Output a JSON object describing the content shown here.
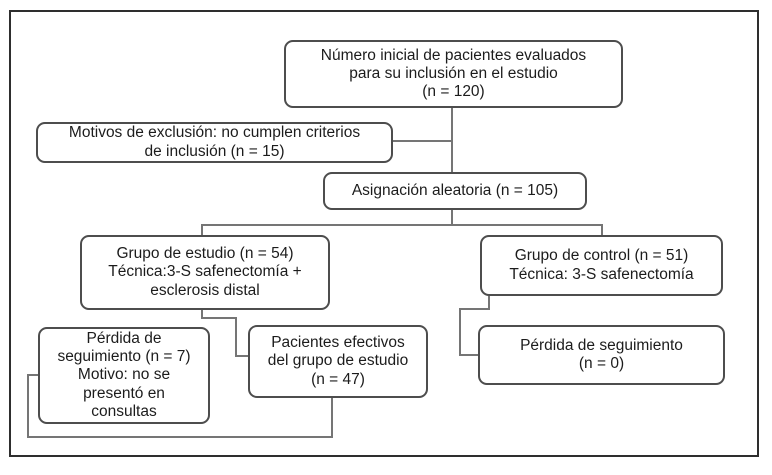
{
  "figure": {
    "kind": "patient-flow-diagram",
    "language": "es"
  },
  "nodes": {
    "initial": {
      "text": "Número inicial de pacientes evaluados\npara su inclusión en el estudio\n(n = 120)",
      "n": 120
    },
    "exclusion": {
      "text": "Motivos de exclusión: no cumplen criterios\nde inclusión (n = 15)",
      "n": 15
    },
    "randomization": {
      "text": "Asignación aleatoria (n = 105)",
      "n": 105
    },
    "study_group": {
      "text": "Grupo de estudio (n = 54)\nTécnica:3-S safenectomía +\nesclerosis distal",
      "n": 54
    },
    "control_group": {
      "text": "Grupo de control (n = 51)\nTécnica: 3-S safenectomía",
      "n": 51
    },
    "study_loss": {
      "text": "Pérdida de\nseguimiento (n = 7)\nMotivo: no se\npresentó en\nconsultas",
      "n": 7
    },
    "study_effective": {
      "text": "Pacientes efectivos\ndel grupo de estudio\n(n = 47)",
      "n": 47
    },
    "control_loss": {
      "text": "Pérdida de seguimiento\n(n = 0)",
      "n": 0
    }
  },
  "edges": [
    {
      "from": "initial",
      "to": "randomization"
    },
    {
      "from": "initial",
      "to": "exclusion"
    },
    {
      "from": "randomization",
      "to": "study_group"
    },
    {
      "from": "randomization",
      "to": "control_group"
    },
    {
      "from": "study_group",
      "to": "study_effective"
    },
    {
      "from": "study_effective",
      "to": "study_loss"
    },
    {
      "from": "control_group",
      "to": "control_loss"
    }
  ],
  "colors": {
    "background": "#ffffff",
    "frame_border": "#2e2e2e",
    "box_border": "#4d4d4d",
    "connector": "#757575",
    "text": "#1c1c1c"
  }
}
